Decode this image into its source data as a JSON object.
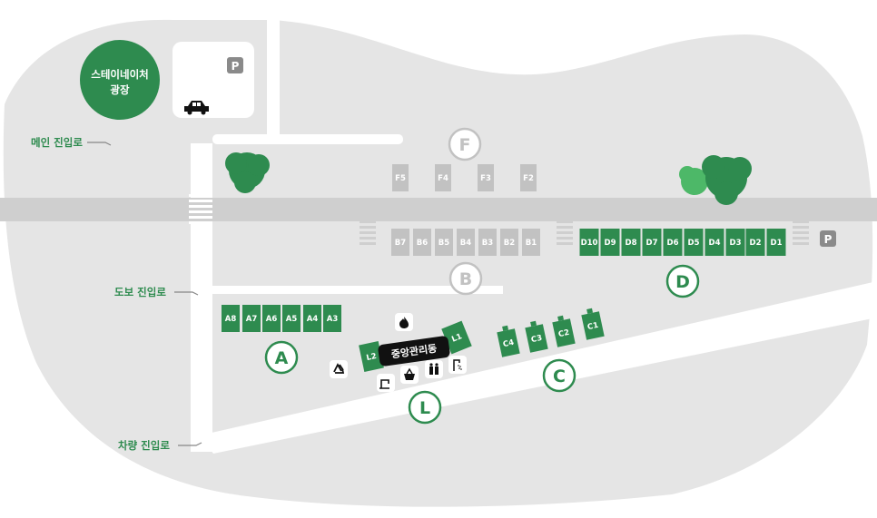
{
  "colors": {
    "ground": "#e5e5e5",
    "road": "#cfcfcf",
    "road_white": "#ffffff",
    "green": "#2e8b4f",
    "green_light": "#4db868",
    "gray_site": "#c2c2c2",
    "dark": "#111111",
    "parking_gray": "#8a8a8a"
  },
  "plaza": {
    "label_line1": "스테이네이처",
    "label_line2": "광장"
  },
  "parking": {
    "label": "P"
  },
  "entrances": {
    "main": "메인 진입로",
    "walk": "도보 진입로",
    "vehicle": "차량 진입로"
  },
  "management": {
    "label": "중앙관리동"
  },
  "zones": {
    "F": {
      "letter": "F",
      "sites": [
        "F5",
        "F4",
        "F3",
        "F2"
      ]
    },
    "B": {
      "letter": "B",
      "sites": [
        "B7",
        "B6",
        "B5",
        "B4",
        "B3",
        "B2",
        "B1"
      ]
    },
    "D": {
      "letter": "D",
      "sites": [
        "D10",
        "D9",
        "D8",
        "D7",
        "D6",
        "D5",
        "D4",
        "D3",
        "D2",
        "D1"
      ]
    },
    "A": {
      "letter": "A",
      "sites": [
        "A8",
        "A7",
        "A6",
        "A5",
        "A4",
        "A3"
      ]
    },
    "C": {
      "letter": "C",
      "sites": [
        "C4",
        "C3",
        "C2",
        "C1"
      ]
    },
    "L": {
      "letter": "L",
      "sites": [
        "L2",
        "L1"
      ]
    }
  },
  "facility_icons": [
    "fire-icon",
    "recycle-icon",
    "faucet-icon",
    "basket-icon",
    "restroom-icon",
    "shower-icon",
    "car-icon",
    "tree-icon"
  ]
}
